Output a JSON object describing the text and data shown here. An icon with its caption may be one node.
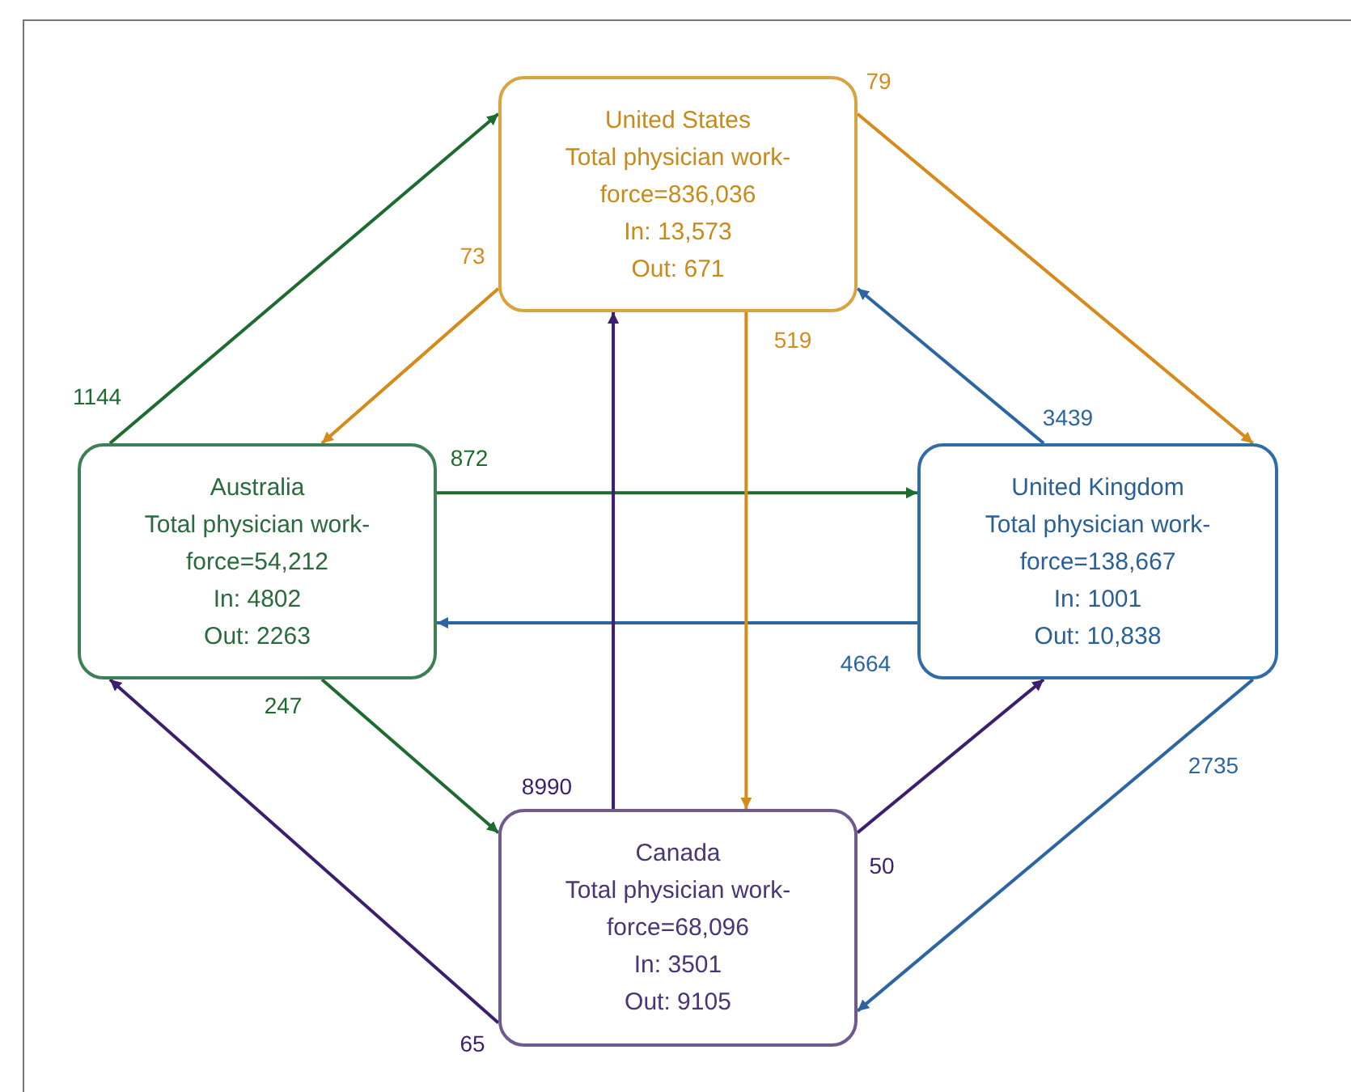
{
  "diagram": {
    "nodes": [
      {
        "text": [
          "United States",
          "Total physician work-force=836,036",
          "In: 13,573",
          "Out: 671"
        ]
      },
      {
        "text": [
          "Australia",
          "Total physician work-force=54,212",
          "In: 4802",
          "Out: 2263"
        ]
      },
      {
        "text": [
          "United Kingdom",
          "Total physician work-force=138,667",
          "In: 1001",
          "Out: 10,838"
        ]
      },
      {
        "text": [
          "Canada",
          "Total physician work-force=68,096",
          "In: 3501",
          "Out: 9105"
        ]
      }
    ],
    "edges": [
      {
        "from": 1,
        "to": 0,
        "arrow": "to",
        "label": "1144",
        "color": "#1e6b30"
      },
      {
        "from": 0,
        "to": 1,
        "arrow": "to",
        "label": "73",
        "color": "#d68a1a"
      },
      {
        "from": 0,
        "to": 2,
        "arrow": "to",
        "label": "79",
        "color": "#d68a1a"
      },
      {
        "from": 2,
        "to": 0,
        "arrow": "to",
        "label": "3439",
        "color": "#2c65a3"
      },
      {
        "from": 1,
        "to": 2,
        "arrow": "to",
        "label": "872",
        "color": "#1e6b30"
      },
      {
        "from": 2,
        "to": 1,
        "arrow": "to",
        "label": "4664",
        "color": "#2c65a3"
      },
      {
        "from": 0,
        "to": 3,
        "arrow": "to",
        "label": "519",
        "color": "#d68a1a"
      },
      {
        "from": 3,
        "to": 0,
        "arrow": "to",
        "label": "8990",
        "color": "#3b1e6e"
      },
      {
        "from": 1,
        "to": 3,
        "arrow": "to",
        "label": "247",
        "color": "#1e6b30"
      },
      {
        "from": 3,
        "to": 1,
        "arrow": "to",
        "label": "65",
        "color": "#3b1e6e"
      },
      {
        "from": 3,
        "to": 2,
        "arrow": "to",
        "label": "50",
        "color": "#3b1e6e"
      },
      {
        "from": 2,
        "to": 3,
        "arrow": "to",
        "label": "2735",
        "color": "#2c65a3"
      }
    ]
  }
}
